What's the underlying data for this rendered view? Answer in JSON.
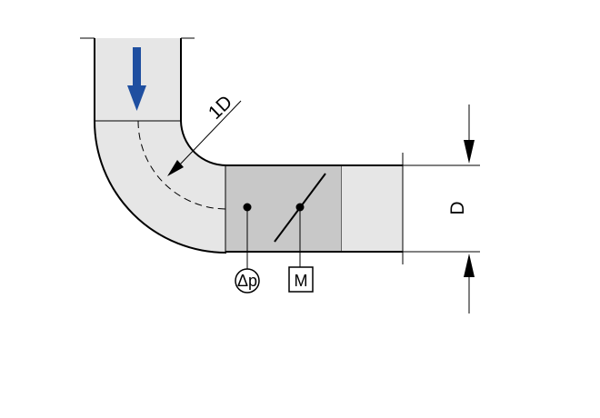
{
  "diagram": {
    "labels": {
      "bend_radius": "1D",
      "diameter": "D",
      "pressure_sensor": "Δp",
      "actuator": "M"
    },
    "colors": {
      "flow_arrow": "#1f4fa0",
      "duct_fill": "#e6e6e6",
      "damper_fill": "#c8c8c8",
      "line": "#000000"
    },
    "icons": {
      "flow_direction": "down-arrow-icon",
      "pressure": "circle-sensor-icon",
      "motor": "square-actuator-icon"
    }
  }
}
